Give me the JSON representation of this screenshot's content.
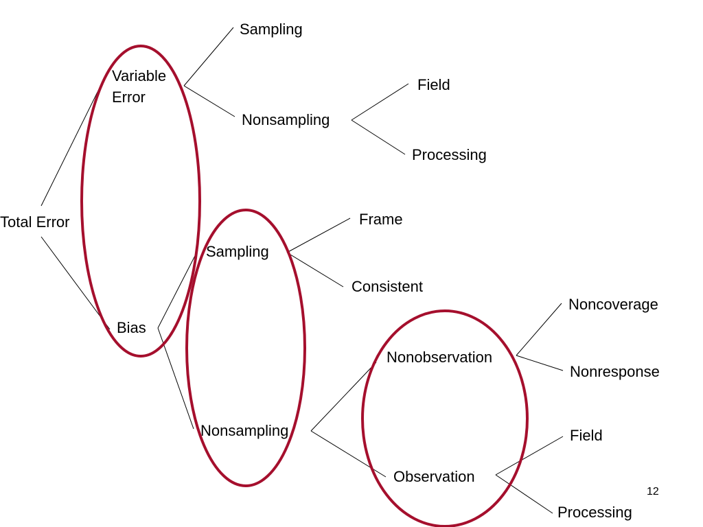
{
  "diagram": {
    "root": "Total Error",
    "variable_error_line1": "Variable",
    "variable_error_line2": "Error",
    "variable_sampling": "Sampling",
    "variable_nonsampling": "Nonsampling",
    "variable_field": "Field",
    "variable_processing": "Processing",
    "bias": "Bias",
    "bias_sampling": "Sampling",
    "bias_frame": "Frame",
    "bias_consistent": "Consistent",
    "bias_nonsampling": "Nonsampling",
    "nonobservation": "Nonobservation",
    "noncoverage": "Noncoverage",
    "nonresponse": "Nonresponse",
    "observation": "Observation",
    "observation_field": "Field",
    "observation_processing": "Processing"
  },
  "page_number": "12",
  "colors": {
    "ellipse_stroke": "#a50f2d",
    "connector": "#000000",
    "text": "#000000",
    "background": "#ffffff"
  }
}
